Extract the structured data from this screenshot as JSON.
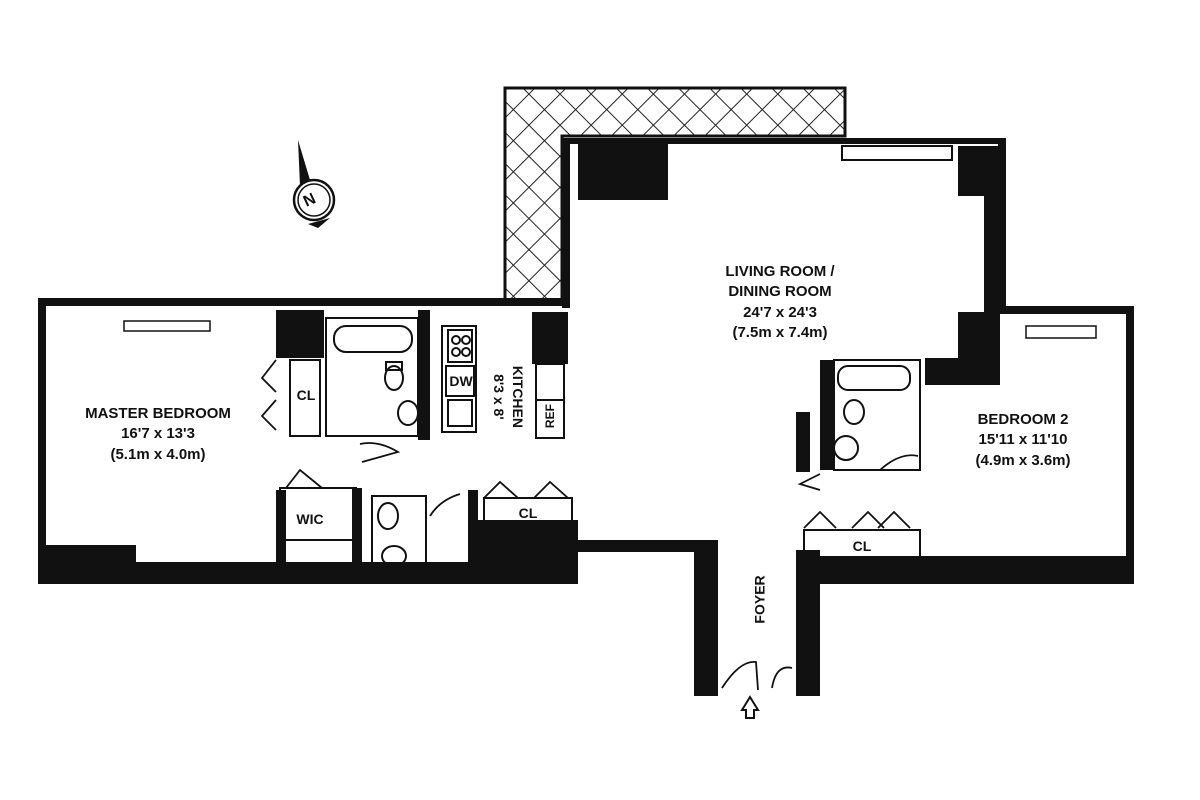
{
  "compass": {
    "letter": "N"
  },
  "rooms": {
    "living": {
      "name_line1": "LIVING ROOM /",
      "name_line2": "DINING ROOM",
      "dims_imperial": "24'7 x 24'3",
      "dims_metric": "(7.5m x 7.4m)"
    },
    "master": {
      "name": "MASTER BEDROOM",
      "dims_imperial": "16'7 x 13'3",
      "dims_metric": "(5.1m x 4.0m)"
    },
    "bedroom2": {
      "name": "BEDROOM 2",
      "dims_imperial": "15'11 x 11'10",
      "dims_metric": "(4.9m x 3.6m)"
    },
    "kitchen": {
      "name": "KITCHEN",
      "dims": "8'3 x 8'"
    },
    "foyer": {
      "name": "FOYER"
    }
  },
  "fixtures": {
    "cl_master": "CL",
    "cl_hall": "CL",
    "cl_bed2": "CL",
    "wic": "WIC",
    "dw": "DW",
    "ref": "REF"
  }
}
